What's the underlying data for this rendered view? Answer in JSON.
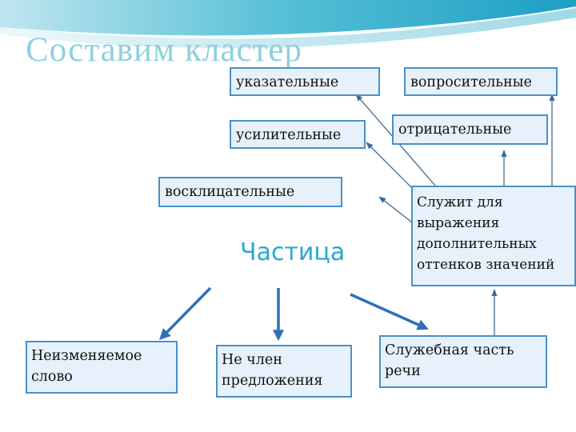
{
  "title": "Составим кластер",
  "center": "Частица",
  "kinds": {
    "ukazatelnye": "указательные",
    "voprositelnye": "вопросительные",
    "usilitelnye": "усилительные",
    "otritsatelnye": "отрицательные",
    "vosklitsatelnye": "восклицательные"
  },
  "function_box": {
    "line1": "Служит для",
    "line2": "выражения",
    "line3": "дополнительных",
    "line4": "оттенков значений"
  },
  "properties": {
    "neizmenyaemoe_line1": "Неизменяемое",
    "neizmenyaemoe_line2": "слово",
    "ne_chlen_line1": "Не член",
    "ne_chlen_line2": "предложения",
    "sluzhebnaya_line1": "Служебная часть",
    "sluzhebnaya_line2": "речи"
  },
  "colors": {
    "title": "#8fd0dd",
    "center": "#2aa7d2",
    "box_fill": "#e6f1fb",
    "box_border": "#4a90c8",
    "arrow": "#2f6fb8",
    "connector": "#3d6a95"
  }
}
